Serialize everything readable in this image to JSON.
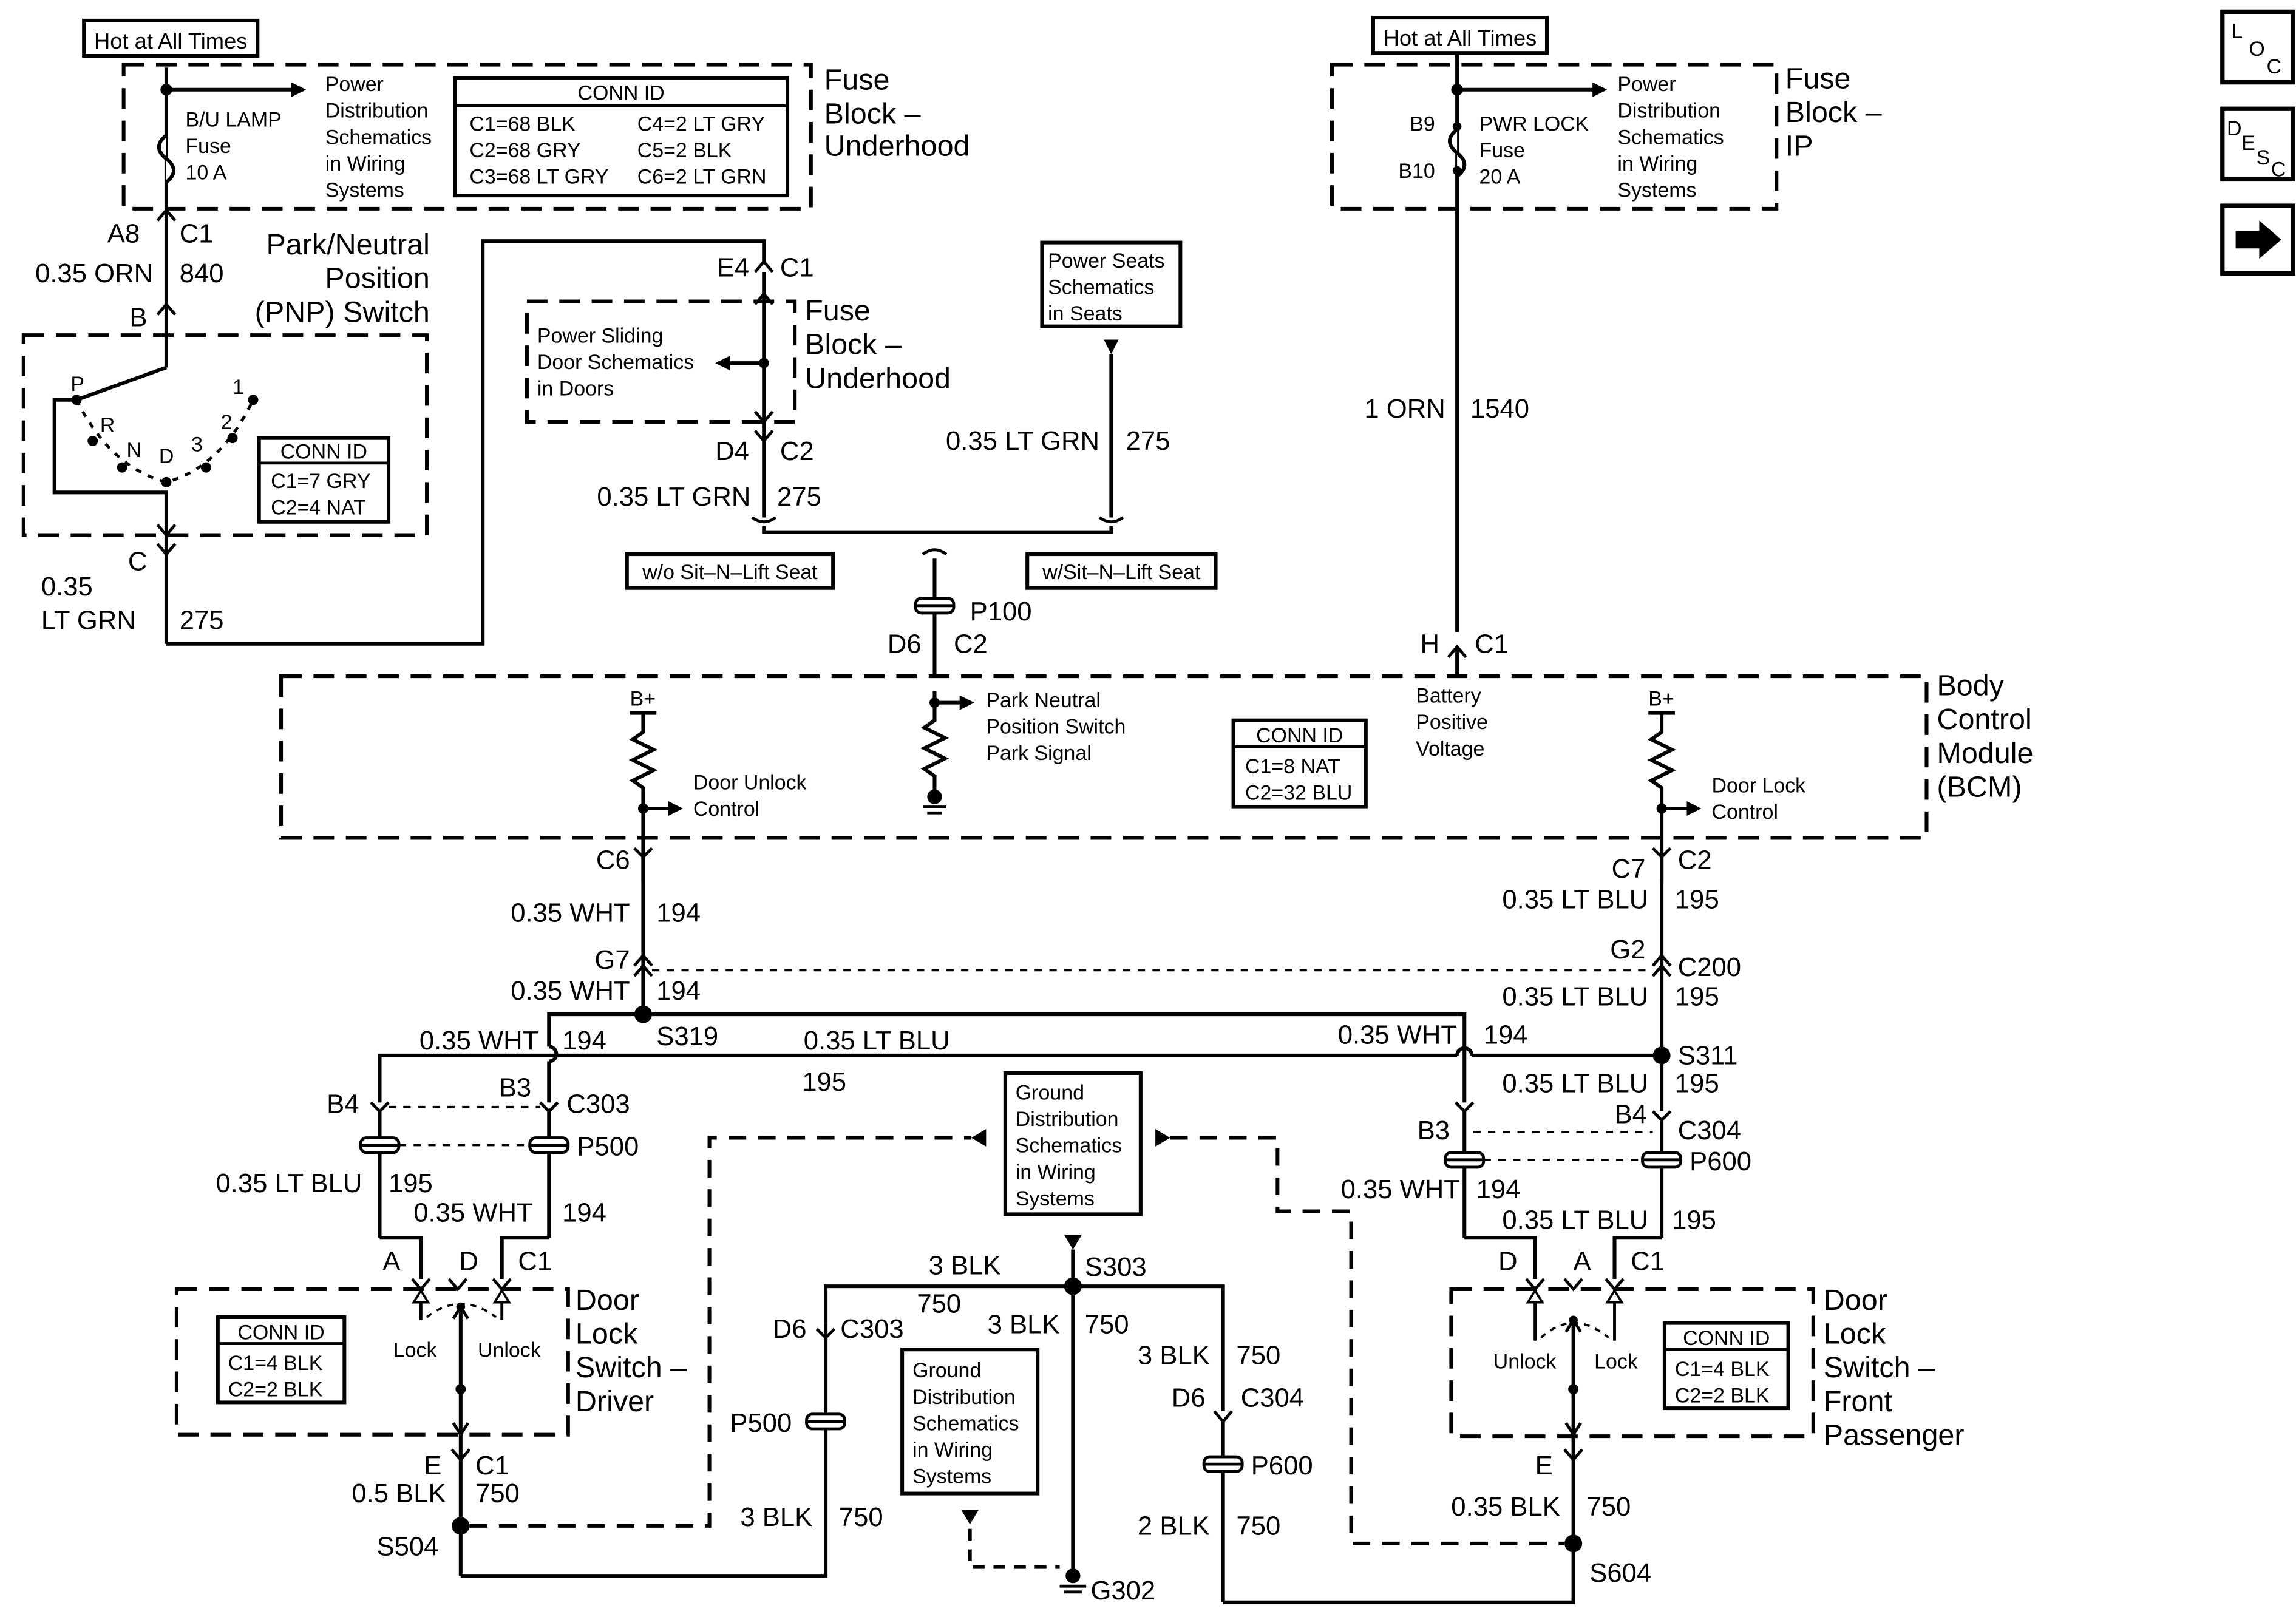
{
  "hot": {
    "left": "Hot at All Times",
    "right": "Hot at All Times"
  },
  "fb_underhood": {
    "title": [
      "Fuse",
      "Block –",
      "Underhood"
    ],
    "fuse": [
      "B/U LAMP",
      "Fuse",
      "10 A"
    ],
    "pd": [
      "Power",
      "Distribution",
      "Schematics",
      "in Wiring",
      "Systems"
    ],
    "conn_title": "CONN ID",
    "conn": [
      "C1=68 BLK",
      "C2=68 GRY",
      "C3=68 LT GRY",
      "C4=2 LT GRY",
      "C5=2 BLK",
      "C6=2 LT GRN"
    ]
  },
  "fb_ip": {
    "title": [
      "Fuse",
      "Block –",
      "IP"
    ],
    "pins": [
      "B9",
      "B10"
    ],
    "fuse": [
      "PWR LOCK",
      "Fuse",
      "20 A"
    ],
    "pd": [
      "Power",
      "Distribution",
      "Schematics",
      "in Wiring",
      "Systems"
    ]
  },
  "pnp": {
    "title": [
      "Park/Neutral",
      "Position",
      "(PNP) Switch"
    ],
    "a8": "A8",
    "c1": "C1",
    "wire": "0.35 ORN",
    "num": "840",
    "b": "B",
    "c": "C",
    "gears": [
      "P",
      "R",
      "N",
      "D",
      "3",
      "2",
      "1"
    ],
    "conn_title": "CONN ID",
    "conn": [
      "C1=7 GRY",
      "C2=4 NAT"
    ],
    "out_wire": [
      "0.35",
      "LT GRN"
    ],
    "out_num": "275"
  },
  "fb_mid": {
    "title": [
      "Fuse",
      "Block –",
      "Underhood"
    ],
    "e4": "E4",
    "c1": "C1",
    "d4": "D4",
    "c2": "C2",
    "psd": [
      "Power Sliding",
      "Door Schematics",
      "in Doors"
    ],
    "wire": "0.35 LT GRN",
    "num": "275"
  },
  "seats": {
    "box": [
      "Power Seats",
      "Schematics",
      "in Seats"
    ],
    "wire": "0.35 LT GRN",
    "num": "275",
    "wo": "w/o Sit–N–Lift Seat",
    "w": "w/Sit–N–Lift Seat",
    "p100": "P100",
    "d6": "D6",
    "c2": "C2"
  },
  "bat": {
    "wire": "1 ORN",
    "num": "1540",
    "h": "H",
    "c1": "C1"
  },
  "bcm": {
    "title": [
      "Body",
      "Control",
      "Module",
      "(BCM)"
    ],
    "bplus": "B+",
    "unlock": [
      "Door Unlock",
      "Control"
    ],
    "pnp": [
      "Park Neutral",
      "Position Switch",
      "Park Signal"
    ],
    "conn_title": "CONN ID",
    "conn": [
      "C1=8 NAT",
      "C2=32 BLU"
    ],
    "bat": [
      "Battery",
      "Positive",
      "Voltage"
    ],
    "lock": [
      "Door Lock",
      "Control"
    ]
  },
  "left_net": {
    "c6": "C6",
    "w1": "0.35 WHT",
    "n1": "194",
    "g7": "G7",
    "w2": "0.35 WHT",
    "n2": "194",
    "s319": "S319",
    "w3": "0.35 WHT",
    "n3": "194",
    "b4": "B4",
    "b3": "B3",
    "c303": "C303",
    "p500": "P500",
    "w4": "0.35 LT BLU",
    "n4": "195",
    "w5": "0.35 WHT",
    "n5": "194",
    "mid_wire": "0.35 LT BLU",
    "mid_num": "195"
  },
  "right_net": {
    "c7": "C7",
    "c2": "C2",
    "w1": "0.35 LT BLU",
    "n1": "195",
    "g2": "G2",
    "c200": "C200",
    "w2": "0.35 LT BLU",
    "n2": "195",
    "s311": "S311",
    "w3": "0.35 WHT",
    "n3": "194",
    "w4": "0.35 LT BLU",
    "n4": "195",
    "b3": "B3",
    "b4": "B4",
    "c304": "C304",
    "p600": "P600",
    "w5": "0.35 WHT",
    "n5": "194",
    "w6": "0.35 LT BLU",
    "n6": "195"
  },
  "dls_driver": {
    "title": [
      "Door",
      "Lock",
      "Switch –",
      "Driver"
    ],
    "a": "A",
    "d": "D",
    "c1": "C1",
    "lock": "Lock",
    "unlock": "Unlock",
    "conn_title": "CONN ID",
    "conn": [
      "C1=4 BLK",
      "C2=2 BLK"
    ],
    "e": "E",
    "ec1": "C1",
    "wire": "0.5 BLK",
    "num": "750",
    "s504": "S504"
  },
  "dls_pass": {
    "title": [
      "Door",
      "Lock",
      "Switch –",
      "Front",
      "Passenger"
    ],
    "d": "D",
    "a": "A",
    "c1": "C1",
    "lock": "Lock",
    "unlock": "Unlock",
    "conn_title": "CONN ID",
    "conn": [
      "C1=4 BLK",
      "C2=2 BLK"
    ],
    "e": "E",
    "wire": "0.35 BLK",
    "num": "750",
    "s604": "S604"
  },
  "ground": {
    "gd": [
      "Ground",
      "Distribution",
      "Schematics",
      "in Wiring",
      "Systems"
    ],
    "s303": "S303",
    "w_top": "3 BLK",
    "n_top": "750",
    "w_mid": "3 BLK",
    "n_mid": "750",
    "w_r": "3 BLK",
    "n_r": "750",
    "d6l": "D6",
    "c303": "C303",
    "p500": "P500",
    "w_l": "3 BLK",
    "n_l": "750",
    "d6r": "D6",
    "c304": "C304",
    "p600": "P600",
    "w_b": "2 BLK",
    "n_b": "750",
    "g302": "G302"
  },
  "nav": {
    "loc": [
      "L",
      "O",
      "C"
    ],
    "desc": [
      "D",
      "E",
      "S",
      "C"
    ],
    "arrow_icon": "right-arrow-icon"
  }
}
